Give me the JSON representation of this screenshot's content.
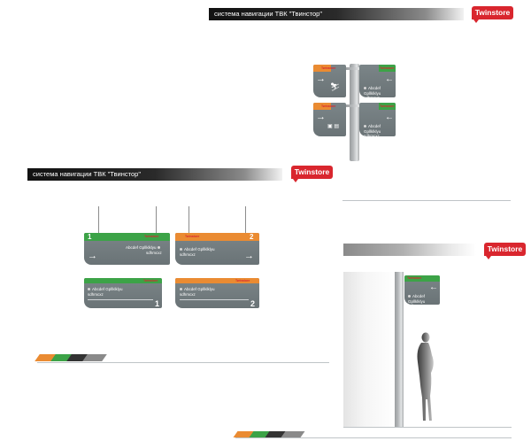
{
  "colors": {
    "brand_red": "#d9262e",
    "sign_grey": "#6a7376",
    "sign_grey_light": "#7b8588",
    "green": "#3ca347",
    "orange": "#ea8b32",
    "pole": "#b7babc",
    "bar_dark": "#1b1b1b",
    "stripe_dark": "#333333",
    "stripe_grey": "#8a8a8a",
    "line": "#bfc4c7"
  },
  "brand": {
    "logo_text": "Twinstore",
    "logo_mini": "Twinstore"
  },
  "sections": {
    "top": {
      "title": "система навигации ТВК \"Твинстор\""
    },
    "middle": {
      "title": "система навигации ТВК \"Твинстор\""
    }
  },
  "signs": {
    "destination_line1": "Abcdef Gpllklklyu",
    "destination_line2": "sdhmcxz",
    "number_1": "1",
    "number_2": "2",
    "arrow_right": "→",
    "arrow_left": "←",
    "pict_person": "⛷",
    "pict_boxes": "▣ ▤"
  }
}
